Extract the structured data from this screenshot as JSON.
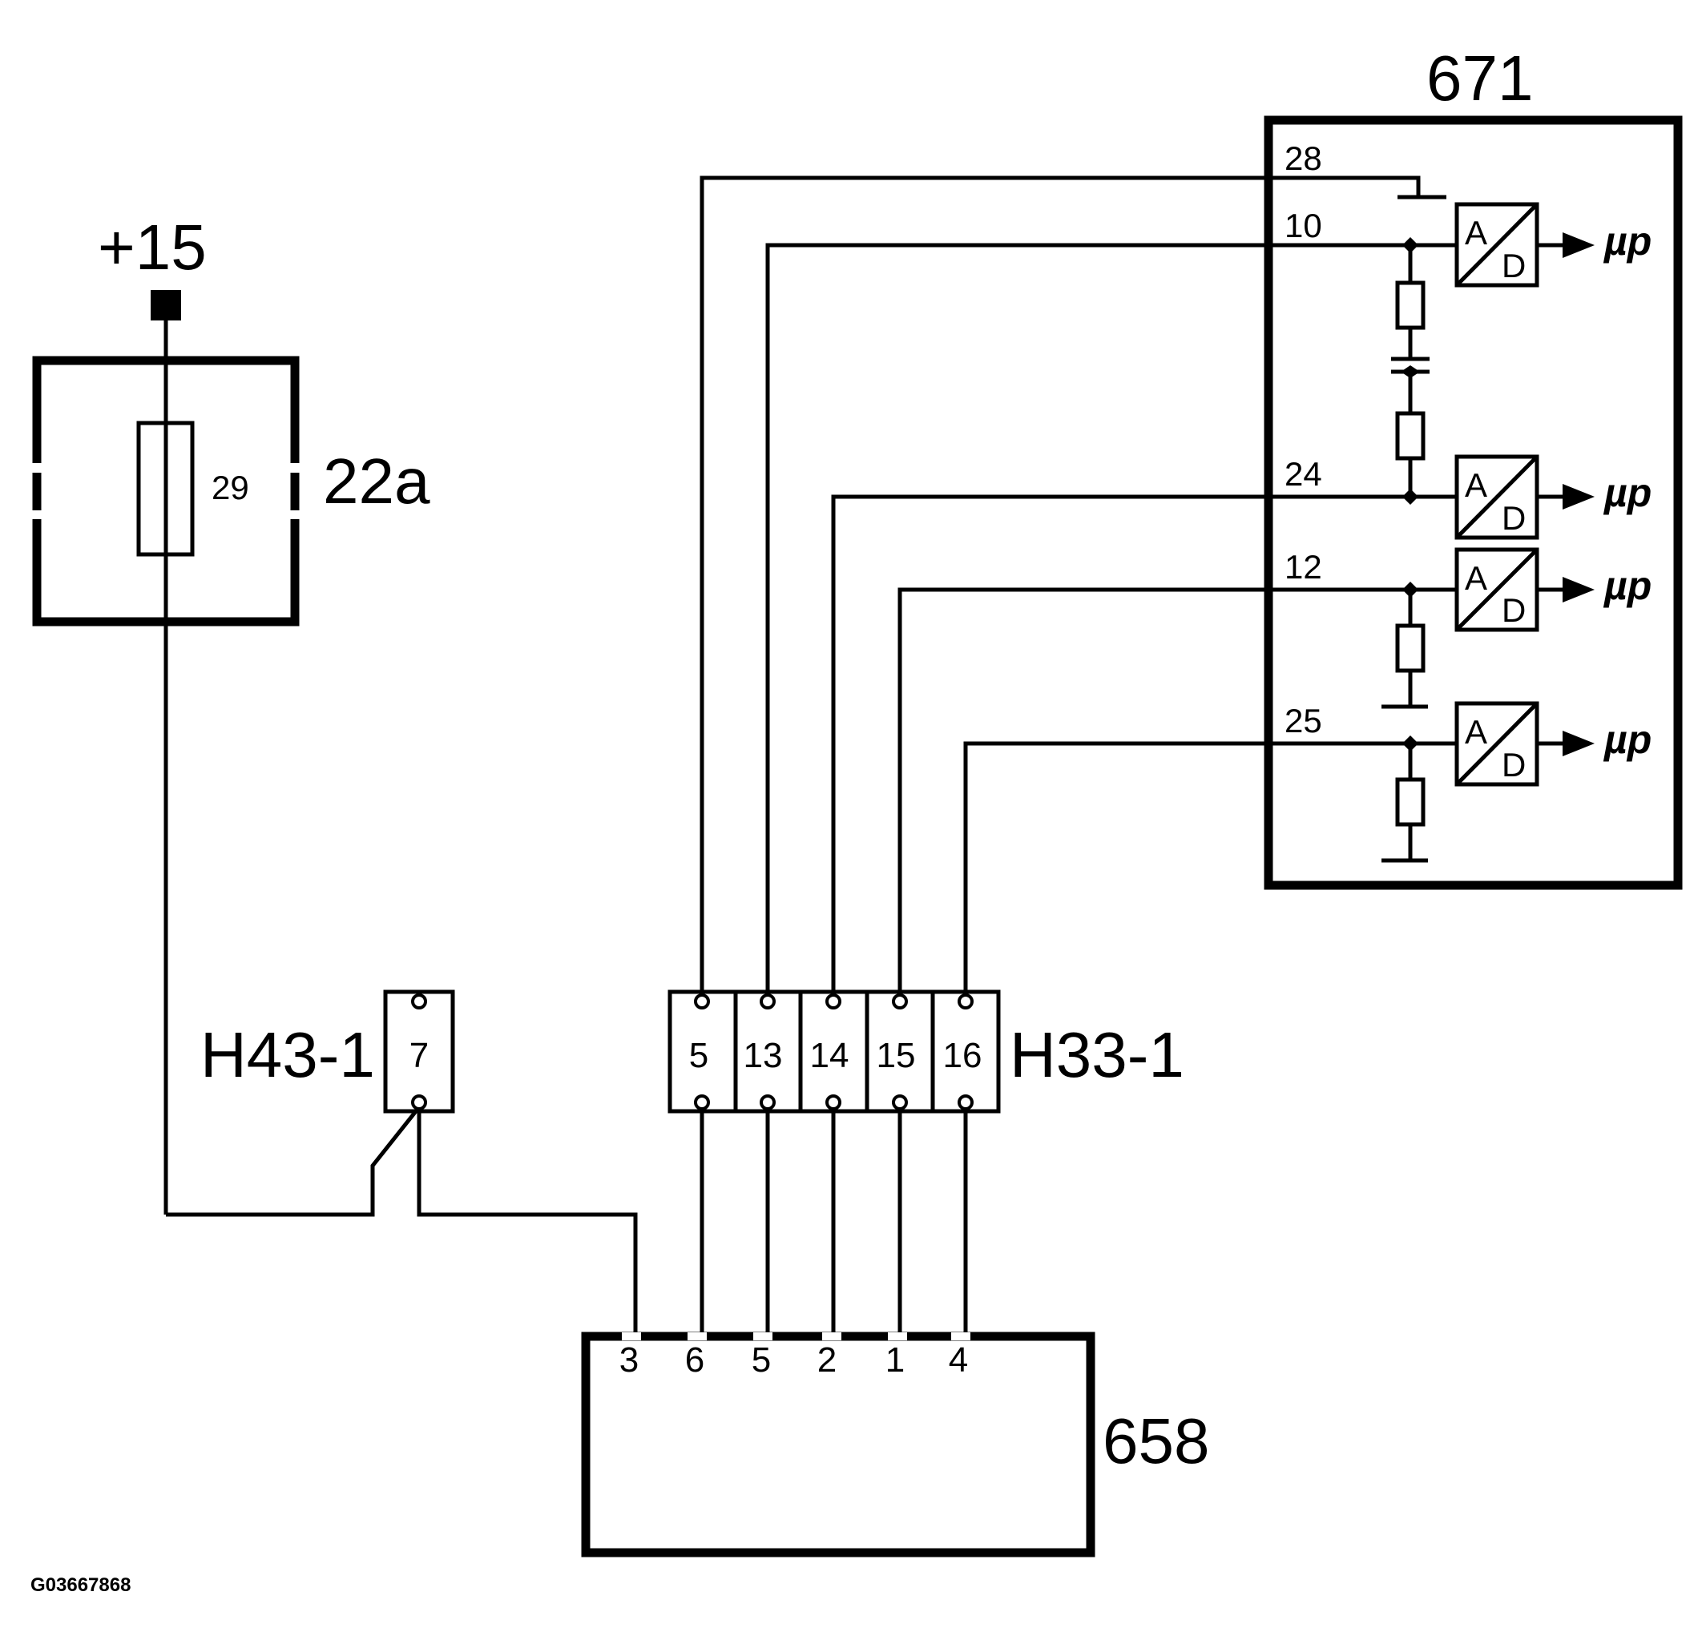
{
  "diagram": {
    "supply_label": "+15",
    "fuse_box": {
      "id": "22a",
      "fuse": "29"
    },
    "connector_h43": {
      "id": "H43-1",
      "pin": "7"
    },
    "connector_h33": {
      "id": "H33-1",
      "pins": [
        "5",
        "13",
        "14",
        "15",
        "16"
      ]
    },
    "module_671": {
      "id": "671",
      "pins": [
        "28",
        "10",
        "24",
        "12",
        "25"
      ],
      "converter_top": "A",
      "converter_bottom": "D",
      "output": "µp"
    },
    "module_658": {
      "id": "658",
      "pins": [
        "3",
        "6",
        "5",
        "2",
        "1",
        "4"
      ]
    },
    "figure_code": "G03667868"
  }
}
